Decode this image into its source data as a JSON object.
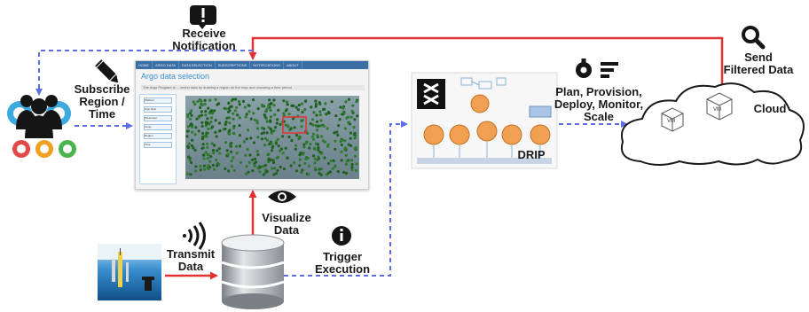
{
  "labels": {
    "receive": [
      "Receive",
      "Notification"
    ],
    "subscribe": [
      "Subscribe",
      "Region /",
      "Time"
    ],
    "visualize": [
      "Visualize",
      "Data"
    ],
    "transmit": [
      "Transmit",
      "Data"
    ],
    "trigger": [
      "Trigger",
      "Execution"
    ],
    "plan": [
      "Plan, Provision,",
      "Deploy, Monitor,",
      "Scale"
    ],
    "send": [
      "Send",
      "Filtered Data"
    ],
    "cloud": "Cloud",
    "drip": "DRIP",
    "vm": [
      "VM",
      "VM"
    ]
  },
  "app": {
    "title": "Argo data selection",
    "nav": [
      "HOME",
      "ARGO DATA",
      "DATA SELECTION",
      "SUBSCRIPTIONS",
      "NOTIFICATIONS",
      "ABOUT"
    ],
    "sub": "The Argo Program is ... select data by drawing a region on the map and choosing a time period",
    "side": [
      "Platform",
      "Argo float",
      "Parameter",
      "Temp",
      "Region",
      "Time"
    ]
  },
  "icons": [
    "alert-icon",
    "pencil-icon",
    "users-gear-icon",
    "eye-icon",
    "wireless-icon",
    "info-icon",
    "database-icon",
    "search-icon",
    "gear-icon",
    "list-icon",
    "cloud-icon",
    "vm-cube-icon"
  ]
}
